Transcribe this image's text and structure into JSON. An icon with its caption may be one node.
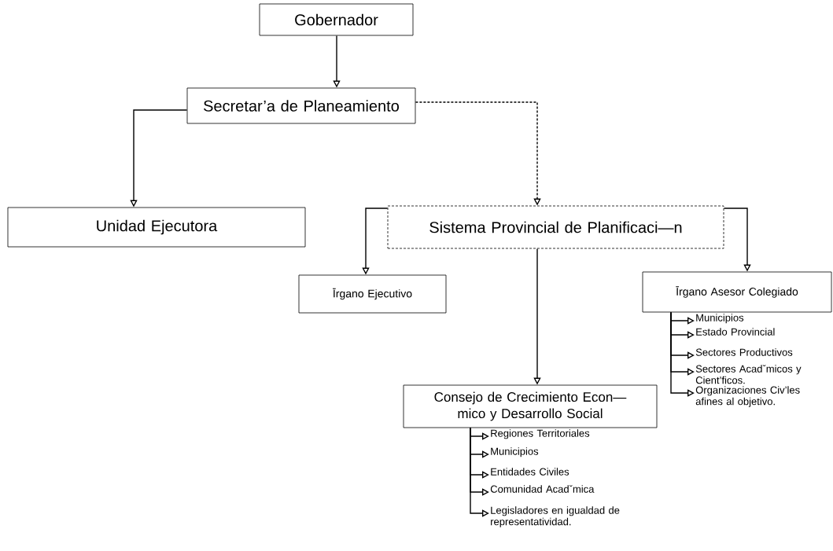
{
  "diagram": {
    "nodes": [
      {
        "text": [
          "Gobernador"
        ]
      },
      {
        "text": [
          "Secretar’a de Planeamiento"
        ]
      },
      {
        "text": [
          "Unidad Ejecutora"
        ]
      },
      {
        "text": [
          "Sistema Provincial de Planificaci—n"
        ]
      },
      {
        "text": [
          "Īrgano Ejecutivo"
        ]
      },
      {
        "text": [
          "Īrgano Asesor Colegiado"
        ]
      },
      {
        "text": [
          "Consejo de Crecimiento Econ—mico y Desarrollo Social"
        ]
      },
      {
        "text": [
          "Regiones Territoriales"
        ]
      },
      {
        "text": [
          "Municipios"
        ]
      },
      {
        "text": [
          "Entidades Civiles"
        ]
      },
      {
        "text": [
          "Comunidad Acadˇmica"
        ]
      },
      {
        "text": [
          "Legisladores en igualdad de representatividad."
        ]
      },
      {
        "text": [
          "Municipios"
        ]
      },
      {
        "text": [
          "Estado Provincial"
        ]
      },
      {
        "text": [
          "Sectores Productivos"
        ]
      },
      {
        "text": [
          "Sectores Acadˇmicos y Cient’ficos."
        ]
      },
      {
        "text": [
          "Organizaciones Civ’les afines al objetivo."
        ]
      }
    ],
    "edges": [
      {
        "from": 0,
        "to": 1,
        "arrow": "to"
      },
      {
        "from": 1,
        "to": 2,
        "arrow": "to"
      },
      {
        "from": 1,
        "to": 3,
        "arrow": "to",
        "style": "dashed"
      },
      {
        "from": 3,
        "to": 4,
        "arrow": "to"
      },
      {
        "from": 3,
        "to": 6,
        "arrow": "to"
      },
      {
        "from": 3,
        "to": 5,
        "arrow": "to"
      },
      {
        "from": 6,
        "to": 7,
        "arrow": "to"
      },
      {
        "from": 6,
        "to": 8,
        "arrow": "to"
      },
      {
        "from": 6,
        "to": 9,
        "arrow": "to"
      },
      {
        "from": 6,
        "to": 10,
        "arrow": "to"
      },
      {
        "from": 6,
        "to": 11,
        "arrow": "to"
      },
      {
        "from": 5,
        "to": 12,
        "arrow": "to"
      },
      {
        "from": 5,
        "to": 13,
        "arrow": "to"
      },
      {
        "from": 5,
        "to": 14,
        "arrow": "to"
      },
      {
        "from": 5,
        "to": 15,
        "arrow": "to"
      },
      {
        "from": 5,
        "to": 16,
        "arrow": "to"
      }
    ]
  }
}
